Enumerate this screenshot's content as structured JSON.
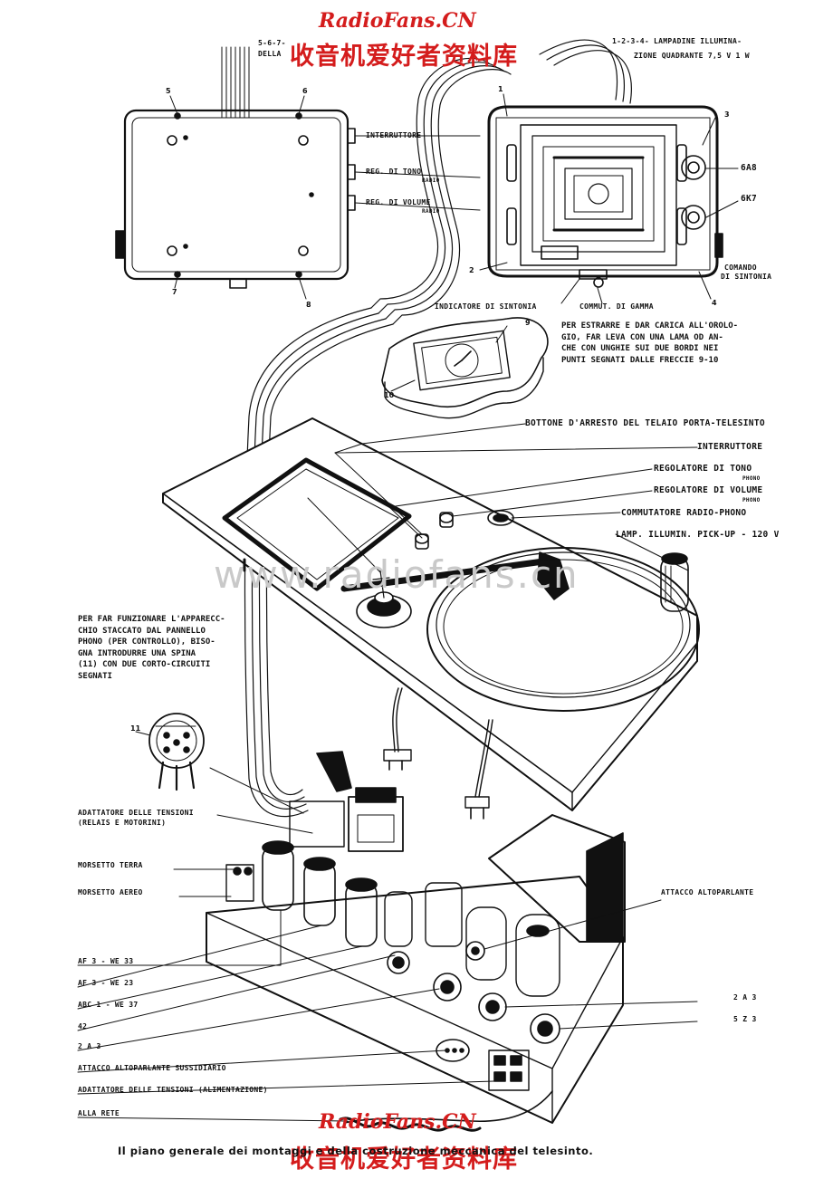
{
  "watermark": {
    "site": "RadioFans.CN",
    "cn": "收音机爱好者资料库",
    "ghost": "www.radiofans.cn"
  },
  "top_labels": {
    "bulbs_top": "5-6-7-",
    "bulbs_top2": "DELLA",
    "lamp_note_1": "1-2-3-4- LAMPADINE ILLUMINA-",
    "lamp_note_2": "ZIONE QUADRANTE 7,5 V 1 W",
    "interruttore": "INTERRUTTORE",
    "reg_tono": "REG. DI TONO",
    "reg_tono_sub": "RADIO",
    "reg_volume": "REG. DI VOLUME",
    "reg_volume_sub": "RADIO",
    "tube_6a8": "6A8",
    "tube_6k7": "6K7",
    "comando_1": "COMANDO",
    "comando_2": "DI SINTONIA",
    "indicatore": "INDICATORE DI SINTONIA",
    "commut": "COMMUT. DI GAMMA"
  },
  "clock_note": "PER ESTRARRE E DAR CARICA ALL'OROLO-\nGIO, FAR LEVA CON UNA LAMA OD AN-\nCHE CON UNGHIE SUI DUE BORDI NEI\nPUNTI SEGNATI DALLE FRECCIE 9-10",
  "panel_labels": {
    "bottone": "BOTTONE D'ARRESTO DEL TELAIO PORTA-TELESINTO",
    "interruttore": "INTERRUTTORE",
    "reg_tono": "REGOLATORE DI TONO",
    "reg_tono_sub": "PHONO",
    "reg_volume": "REGOLATORE DI VOLUME",
    "reg_volume_sub": "PHONO",
    "commutatore": "COMMUTATORE RADIO-PHONO",
    "lamp": "LAMP. ILLUMIN. PICK-UP - 120 V"
  },
  "left_note": "PER FAR FUNZIONARE L'APPARECC-\nCHIO STACCATO DAL PANNELLO\nPHONO (PER CONTROLLO), BISO-\nGNA INTRODURRE UNA SPINA\n(11) CON DUE CORTO-CIRCUITI\nSEGNATI",
  "chassis_labels": {
    "adattatore_1": "ADATTATORE DELLE TENSIONI",
    "adattatore_2": "(RELAIS E MOTORINI)",
    "morsetto_terra": "MORSETTO TERRA",
    "morsetto_aereo": "MORSETTO AEREO",
    "attacco_altop": "ATTACCO ALTOPARLANTE",
    "af3_33": "AF 3 - WE 33",
    "af3_23": "AF 3 - WE 23",
    "abc1": "ABC 1 - WE 37",
    "t42": "42",
    "t2a3_left": "2 A 3",
    "t2a3_right": "2 A 3",
    "t5z3": "5 Z 3",
    "attacco_sussid": "ATTACCO ALTOPARLANTE SUSSIDIARIO",
    "adatt_alim": "ADATTATORE DELLE TENSIONI (ALIMENTAZIONE)",
    "alla_rete": "ALLA RETE"
  },
  "numbers": {
    "n1": "1",
    "n2": "2",
    "n3": "3",
    "n4": "4",
    "n5": "5",
    "n6": "6",
    "n7": "7",
    "n8": "8",
    "n9": "9",
    "n10": "10",
    "n11": "11"
  },
  "caption": "Il piano generale dei montaggi e della costruzione meccanica del telesinto."
}
